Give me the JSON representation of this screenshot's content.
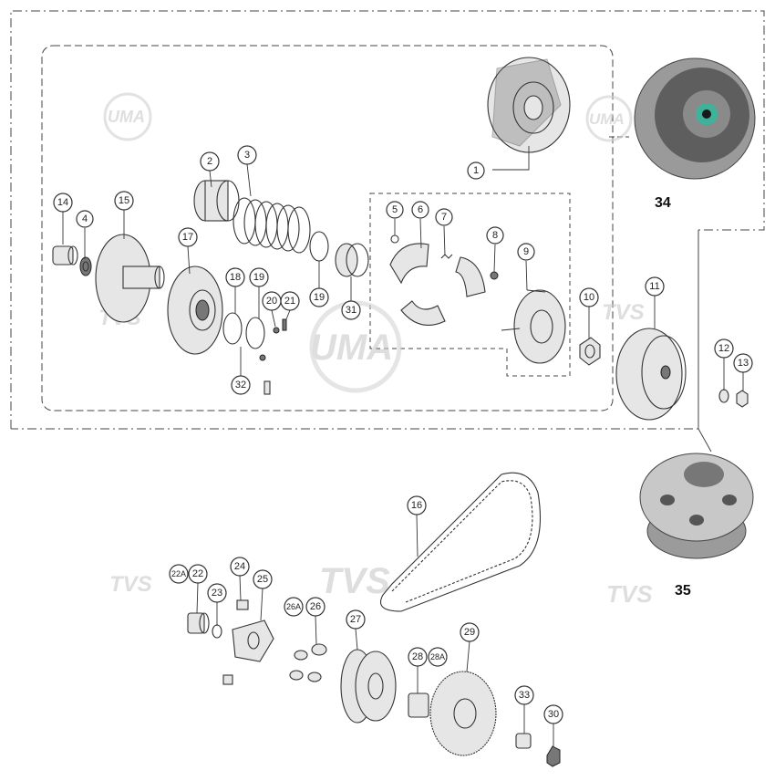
{
  "watermarks": {
    "uma": "UMA",
    "tvs": "TVS"
  },
  "photo_labels": {
    "p34": "34",
    "p35": "35"
  },
  "callouts": {
    "c1": "1",
    "c2": "2",
    "c3": "3",
    "c4": "4",
    "c5": "5",
    "c6": "6",
    "c7": "7",
    "c8": "8",
    "c9": "9",
    "c10": "10",
    "c11": "11",
    "c12": "12",
    "c13": "13",
    "c14": "14",
    "c15": "15",
    "c16": "16",
    "c17": "17",
    "c18": "18",
    "c19": "19",
    "c19b": "19",
    "c20": "20",
    "c21": "21",
    "c22": "22",
    "c22a": "22A",
    "c23": "23",
    "c24": "24",
    "c25": "25",
    "c26": "26",
    "c26a": "26A",
    "c27": "27",
    "c28": "28",
    "c28a": "28A",
    "c29": "29",
    "c30": "30",
    "c31": "31",
    "c32": "32",
    "c33": "33"
  }
}
